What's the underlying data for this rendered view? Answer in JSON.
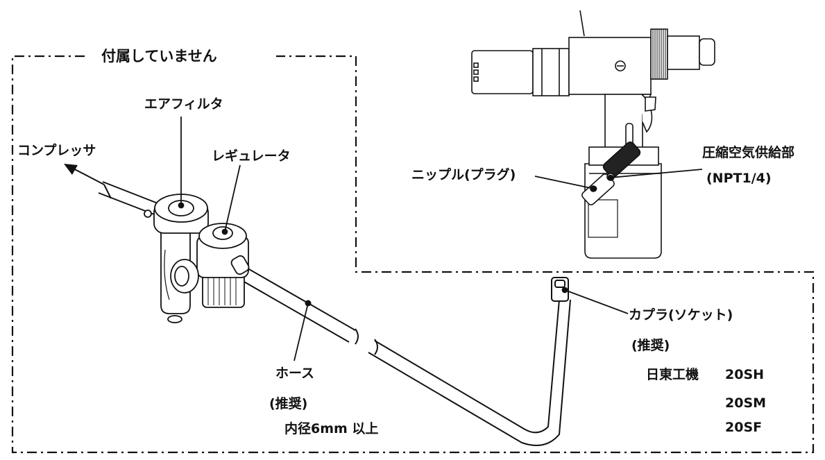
{
  "not_included_label": "付属していません",
  "labels": {
    "air_filter": "エアフィルタ",
    "compressor": "コンプレッサ",
    "regulator": "レギュレータ",
    "nipple": "ニップル(プラグ)",
    "air_supply": "圧縮空気供給部",
    "npt": "(NPT1/4)",
    "coupler": "カプラ(ソケット)",
    "coupler_recommended": "(推奨)",
    "maker": "日東工機",
    "model_1": "20SH",
    "model_2": "20SM",
    "model_3": "20SF",
    "hose": "ホース",
    "hose_recommended": "(推奨)",
    "hose_spec": "内径6mm 以上"
  }
}
